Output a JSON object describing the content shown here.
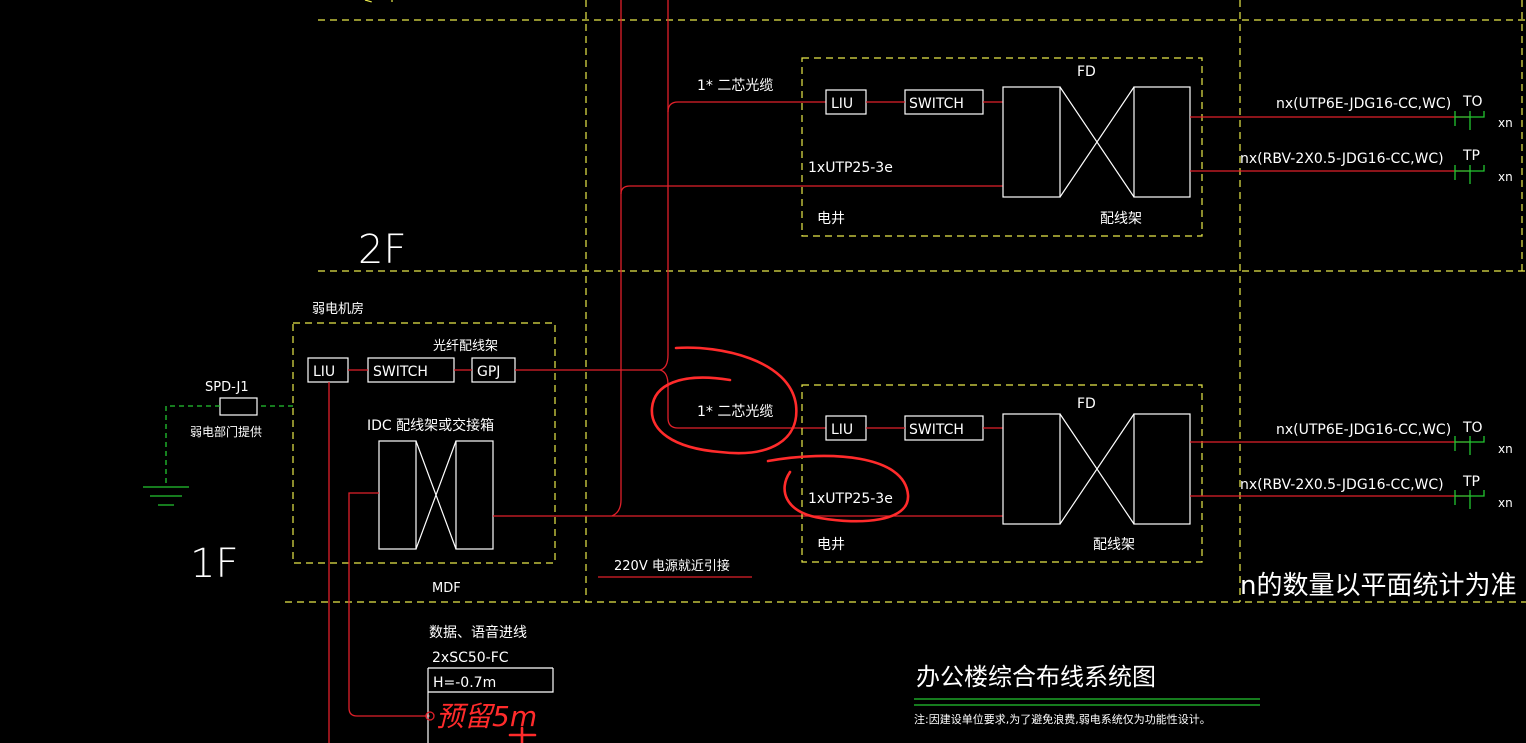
{
  "floors": {
    "f2": "2F",
    "f1": "1F"
  },
  "mdf": {
    "room_label": "弱电机房",
    "liu": "LIU",
    "switch": "SWITCH",
    "gpj": "GPJ",
    "fiber_frame_label": "光纤配线架",
    "idc_label": "IDC 配线架或交接箱",
    "name": "MDF"
  },
  "spd": {
    "label": "SPD-J1",
    "note": "弱电部门提供"
  },
  "fd_upper": {
    "fd": "FD",
    "liu": "LIU",
    "switch": "SWITCH",
    "fiber": "1* 二芯光缆",
    "utp": "1xUTP25-3e",
    "well": "电井",
    "frame": "配线架"
  },
  "fd_lower": {
    "fd": "FD",
    "liu": "LIU",
    "switch": "SWITCH",
    "fiber": "1* 二芯光缆",
    "utp": "1xUTP25-3e",
    "well": "电井",
    "frame": "配线架"
  },
  "outlets": {
    "to_cable": "nx(UTP6E-JDG16-CC,WC)",
    "tp_cable": "nx(RBV-2X0.5-JDG16-CC,WC)",
    "to": "TO",
    "tp": "TP",
    "xn": "xn"
  },
  "power": {
    "label": "220V  电源就近引接"
  },
  "incoming": {
    "title": "数据、语音进线",
    "conduit": "2xSC50-FC",
    "height": "H=-0.7m",
    "handwritten": "预留5m"
  },
  "count_note": "n的数量以平面统计为准",
  "diagram_title": "办公楼综合布线系统图",
  "footnote": "注:因建设单位要求,为了避免浪费,弱电系统仅为功能性设计。",
  "colors": {
    "background": "#000000",
    "cable_red": "#e0202a",
    "boundary_yellow": "#e8e84a",
    "ground_green": "#23c630",
    "annotation_red": "#ff2b2b"
  }
}
